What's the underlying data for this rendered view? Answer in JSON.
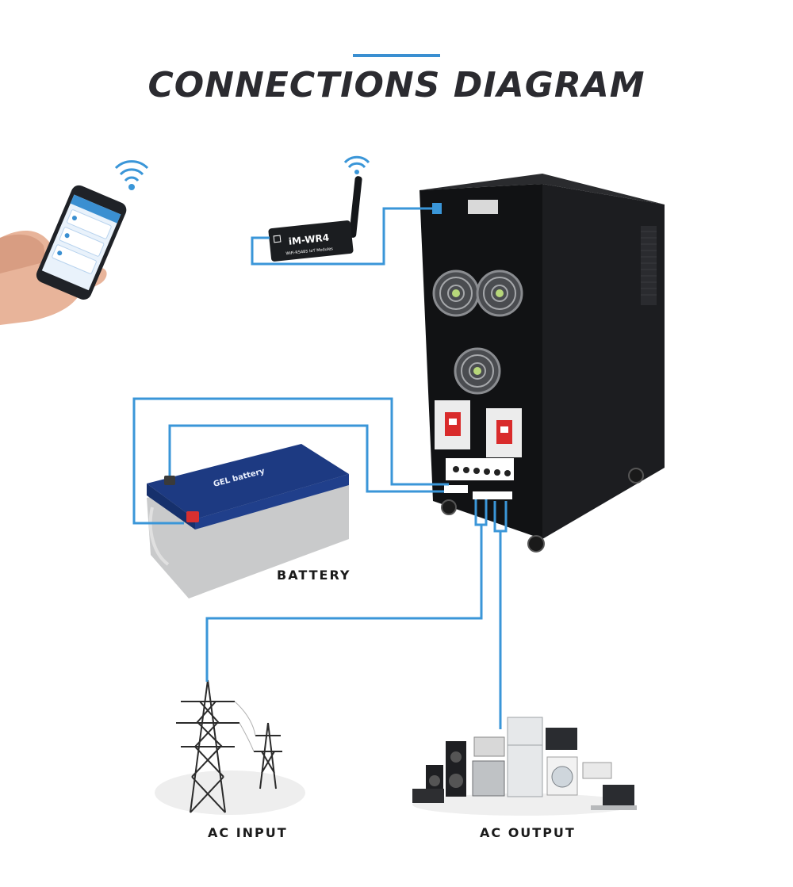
{
  "title": "CONNECTIONS DIAGRAM",
  "colors": {
    "accent": "#3a8fd1",
    "wire": "#3a96d8",
    "cabinet": "#141517",
    "battery_blue": "#1d3a82",
    "battery_gray": "#c9cacb"
  },
  "labels": {
    "battery": "BATTERY",
    "ac_input": "AC INPUT",
    "ac_output": "AC OUTPUT"
  },
  "wifi_module": {
    "brand": "iM-WR4",
    "subtitle": "WiFi-RS485 IoT Modules"
  },
  "battery": {
    "brand": "GEL battery"
  },
  "icons": [
    "wifi-icon",
    "smartphone-icon",
    "hand-icon",
    "power-tower-icon",
    "appliances-icon",
    "fan-icon",
    "breaker-icon"
  ]
}
